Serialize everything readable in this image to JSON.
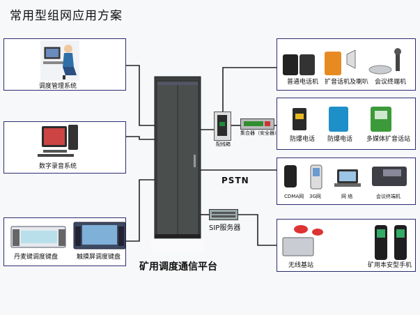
{
  "title": "常用型组网应用方案",
  "platform_label": "矿用调度通信平台",
  "pstn_label": "PSTN",
  "sip_label": "SIP服务器",
  "distribution_frame_label": "配线箱",
  "concentrator_label": "集合器（安全器）",
  "left_boxes": {
    "dispatch_mgmt": "调度管理系统",
    "recording": "数字录音系统",
    "keyboard_button": "丹麦键调度键盘",
    "keyboard_touch": "触摸屏调度键盘"
  },
  "right_boxes": {
    "row1": [
      "普通电话机",
      "扩音话机及喇叭",
      "会议终端机"
    ],
    "row2": [
      "防爆电话",
      "防爆电话",
      "多媒体扩音话站"
    ],
    "row3": [
      "CDMA网",
      "3G网",
      "网 络",
      "会议终端机"
    ],
    "row4": [
      "无线基站",
      "矿用本安型手机"
    ]
  }
}
